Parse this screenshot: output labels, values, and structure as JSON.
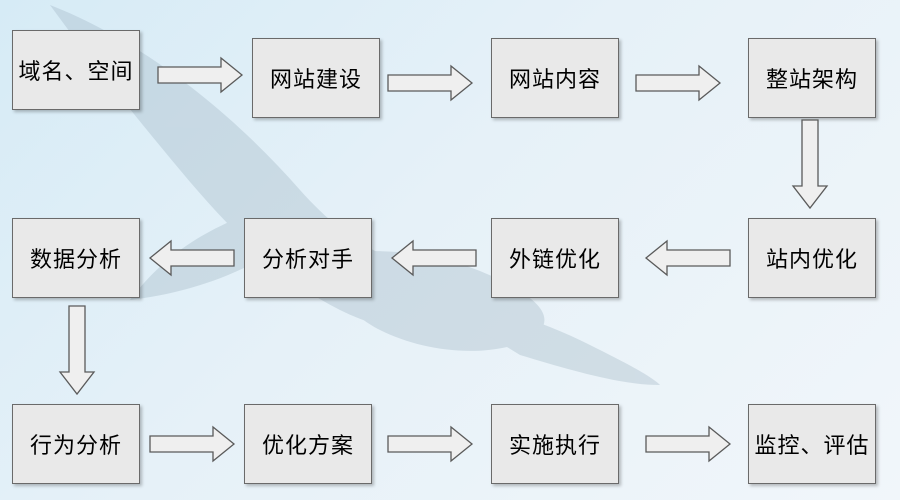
{
  "flowchart": {
    "row1": [
      "域名、空间",
      "网站建设",
      "网站内容",
      "整站架构"
    ],
    "row2": [
      "数据分析",
      "分析对手",
      "外链优化",
      "站内优化"
    ],
    "row3": [
      "行为分析",
      "优化方案",
      "实施执行",
      "监控、评估"
    ]
  },
  "colors": {
    "background": "#dcedf6",
    "box_fill": "#e9e9e9",
    "box_border": "#6a6a6a",
    "arrow_fill": "#efefef",
    "arrow_stroke": "#5a5a5a"
  }
}
